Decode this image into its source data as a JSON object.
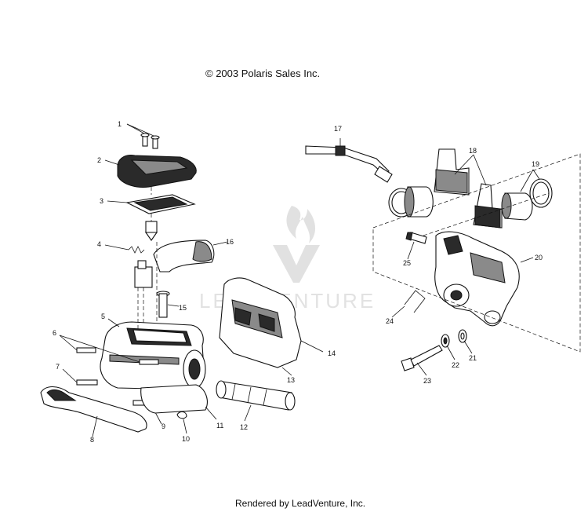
{
  "copyright": "© 2003 Polaris Sales Inc.",
  "footer": "Rendered by LeadVenture, Inc.",
  "watermark": {
    "text": "LEADVENTURE",
    "icon": "flame-logo-icon"
  },
  "callouts": [
    "1",
    "2",
    "3",
    "4",
    "5",
    "6",
    "7",
    "8",
    "9",
    "10",
    "11",
    "12",
    "13",
    "14",
    "15",
    "16",
    "17",
    "18",
    "19",
    "20",
    "21",
    "22",
    "23",
    "24",
    "25"
  ]
}
